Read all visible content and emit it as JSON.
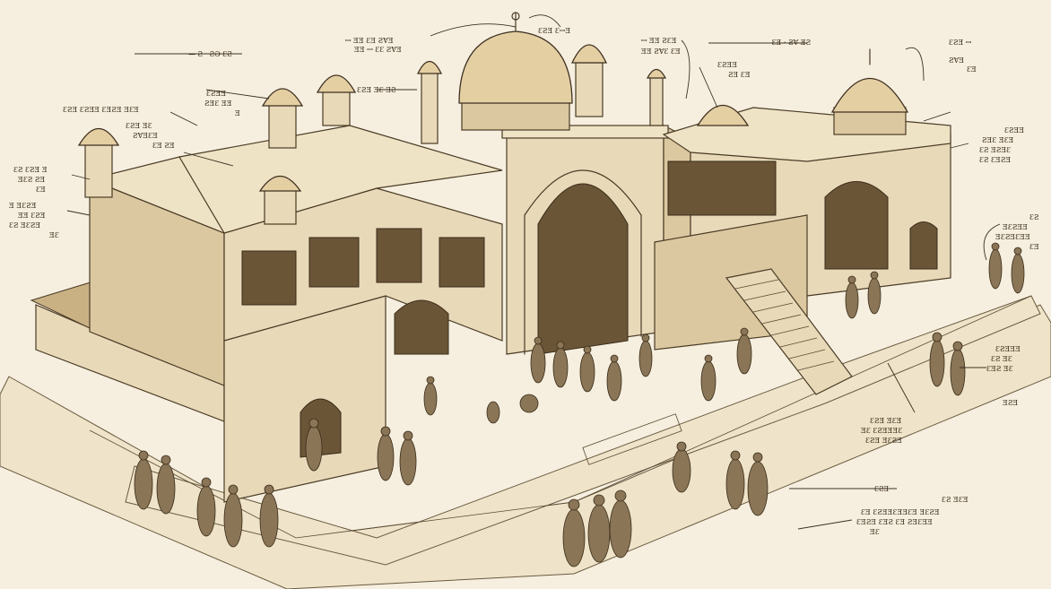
{
  "colors": {
    "paper": "#f6efdf",
    "ink": "#4a3b26",
    "sepia_wall": "#e8d9b8",
    "sepia_shade": "#c9b184",
    "dark_interior": "#6b5537"
  },
  "annotations": [
    {
      "id": "top-left-scale",
      "lines": [
        "— Ƨ · ƧƏ ƐƧ"
      ]
    },
    {
      "id": "top-center-left",
      "lines": [
        "ꟷ ƎƎ ƐƎ ƧⱯƎ",
        "ƎƎ ꟷ ƐƐ ƧⱯƎ"
      ]
    },
    {
      "id": "top-center",
      "lines": [
        "ƐƧƎ ƐꟷƎ"
      ]
    },
    {
      "id": "top-right-center",
      "lines": [
        "ꟷ ƎƎ ƧƐƎ",
        "ƎƎ ƧⱯƐ ƐƎ"
      ]
    },
    {
      "id": "top-right-scale",
      "lines": [
        "— ƐƎ · ƧⱯ ƎƧ"
      ]
    },
    {
      "id": "far-top-right",
      "lines": [
        "ƐƧƎ ꟷ",
        "ƧⱯƎ",
        "ƐƎ"
      ]
    },
    {
      "id": "left-upper-a",
      "lines": [
        "ƐƧƎ ƐƧƎƎ ƐƎƧƎ ƎƐƎ"
      ]
    },
    {
      "id": "left-upper-b",
      "lines": [
        "ƐƧƎ ƎƐ",
        "ƧⱯƎƐƎ",
        "ƐƎ ƧƎ"
      ]
    },
    {
      "id": "left-mid-a",
      "lines": [
        "ƐƧ ƐƧƎ Ǝ",
        "ƎƐƧ ƧƎ",
        "ƐƎ"
      ]
    },
    {
      "id": "left-mid-b",
      "lines": [
        "Ǝ ƎƐƧƎ",
        "ƎƎ ƐƧƎ",
        "ƐƧ ƎƐƧƎ",
        "ƎƐ"
      ]
    },
    {
      "id": "dome-left-label",
      "lines": [
        "ƐƧƎƎ",
        "ƧƎƐ ƎƎ",
        "Ǝ"
      ]
    },
    {
      "id": "center-dome-label",
      "lines": [
        "ƐƧƎ ƎƐ ƎƧ"
      ]
    },
    {
      "id": "right-dome-label",
      "lines": [
        "ƐƧƎƎ",
        "ƧƎ ƐƎ"
      ]
    },
    {
      "id": "right-upper",
      "lines": [
        "ƐƧƎƎ",
        "ƧƎƐ ƎƐƎ",
        "ƐƧ ƎƧƎƐ",
        "ƐƧ ƐƎƧƎ"
      ]
    },
    {
      "id": "right-mid",
      "lines": [
        "ƐƧ",
        "ƎƐƧƎƎ",
        "ƎƐƧƎƐƎƎ",
        "ƐƎ"
      ]
    },
    {
      "id": "right-lower",
      "lines": [
        "ƐƧƎƎƎ",
        "ƐƧ ƎƐ",
        "ƐƎƧ ƎƐ",
        "ƎƧƎ"
      ]
    },
    {
      "id": "center-lower",
      "lines": [
        "ƐƧƎ ƎƐƎ",
        "ƎƐ ƐƧƎƎƎƐ",
        "ƐƧƎ ƎƐƧƎ"
      ]
    },
    {
      "id": "bottom-right-title",
      "lines": [
        "ƐƧƎ"
      ]
    },
    {
      "id": "bottom-right-block",
      "lines": [
        "ƐƧ ƎƐƎ",
        "ƐƎ ƐƧƎƎƐƎƎƐƎ ƎƐƧƎ",
        "ƐƎƧƎ ƐƎƧ ƐƎ ƧƎƐƎƎ",
        "ƎƐ"
      ]
    }
  ]
}
